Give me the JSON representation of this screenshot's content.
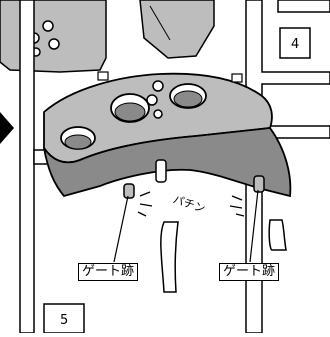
{
  "illustration": {
    "gate_mark_label_left": "ゲート跡",
    "gate_mark_label_right": "ゲート跡",
    "snap_sound": "パチン",
    "part_number_top": "4",
    "part_number_bottom": "5"
  },
  "colors": {
    "part_fill": "#bdbdbd",
    "part_dark": "#8a8a8a",
    "line": "#000000",
    "arrow": "#000000"
  }
}
